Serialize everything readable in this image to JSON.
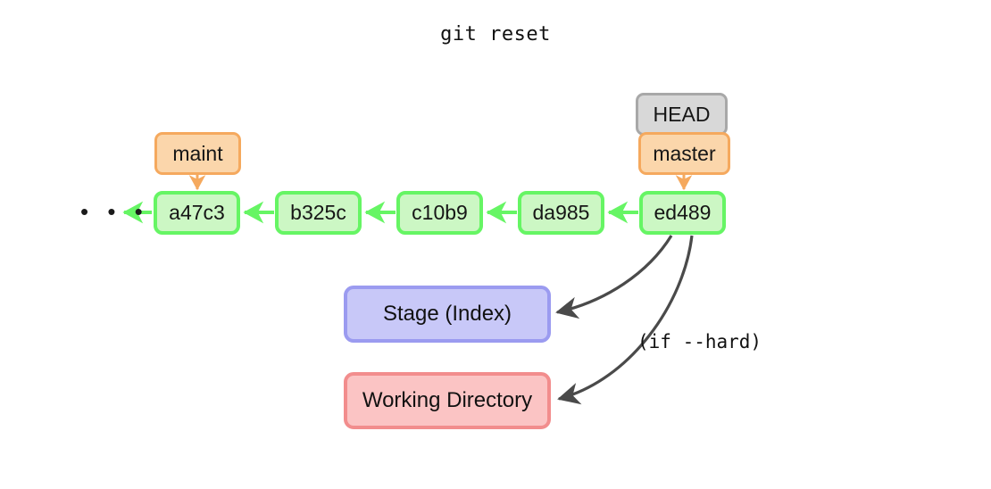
{
  "title": "git reset",
  "colors": {
    "commit_fill": "#ccf7c4",
    "commit_border": "#66f564",
    "ref_fill": "#fbd6ab",
    "ref_border": "#f5a95e",
    "head_fill": "#d8d8d8",
    "head_border": "#a8a8a8",
    "stage_fill": "#c8c8f8",
    "stage_border": "#9b9bf0",
    "working_fill": "#fbc4c4",
    "working_border": "#f28d8d",
    "curve_arrow": "#4a4a4a",
    "background": "#ffffff"
  },
  "commits": [
    {
      "id": "a47c3",
      "label": "a47c3"
    },
    {
      "id": "b325c",
      "label": "b325c"
    },
    {
      "id": "c10b9",
      "label": "c10b9"
    },
    {
      "id": "da985",
      "label": "da985"
    },
    {
      "id": "ed489",
      "label": "ed489"
    }
  ],
  "history_ellipsis": "• • •",
  "refs": {
    "maint": "maint",
    "head": "HEAD",
    "master": "master"
  },
  "areas": {
    "stage": "Stage (Index)",
    "working_directory": "Working Directory"
  },
  "annotations": {
    "hard_flag": "(if --hard)"
  }
}
